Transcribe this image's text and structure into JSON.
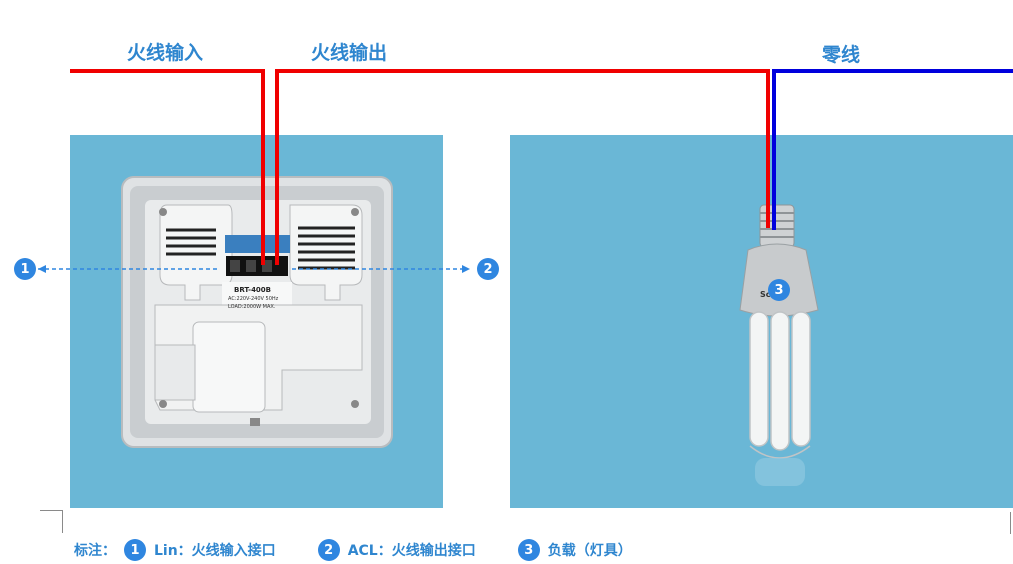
{
  "wires": {
    "live_in_label": "火线输入",
    "live_out_label": "火线输出",
    "neutral_label": "零线",
    "live_color": "#f00000",
    "neutral_color": "#0000dd"
  },
  "switch_device": {
    "model": "BRT-400B",
    "spec_line1": "AC:220V-240V 50Hz",
    "spec_line2": "LOAD:2000W  MAX."
  },
  "markers": {
    "m1": "1",
    "m2": "2",
    "m3": "3"
  },
  "bulb": {
    "brand_fragment": "Sc"
  },
  "legend": {
    "prefix": "标注：",
    "items": [
      {
        "num": "1",
        "text": "Lin：火线输入接口"
      },
      {
        "num": "2",
        "text": "ACL：火线输出接口"
      },
      {
        "num": "3",
        "text": "负载（灯具）"
      }
    ]
  }
}
